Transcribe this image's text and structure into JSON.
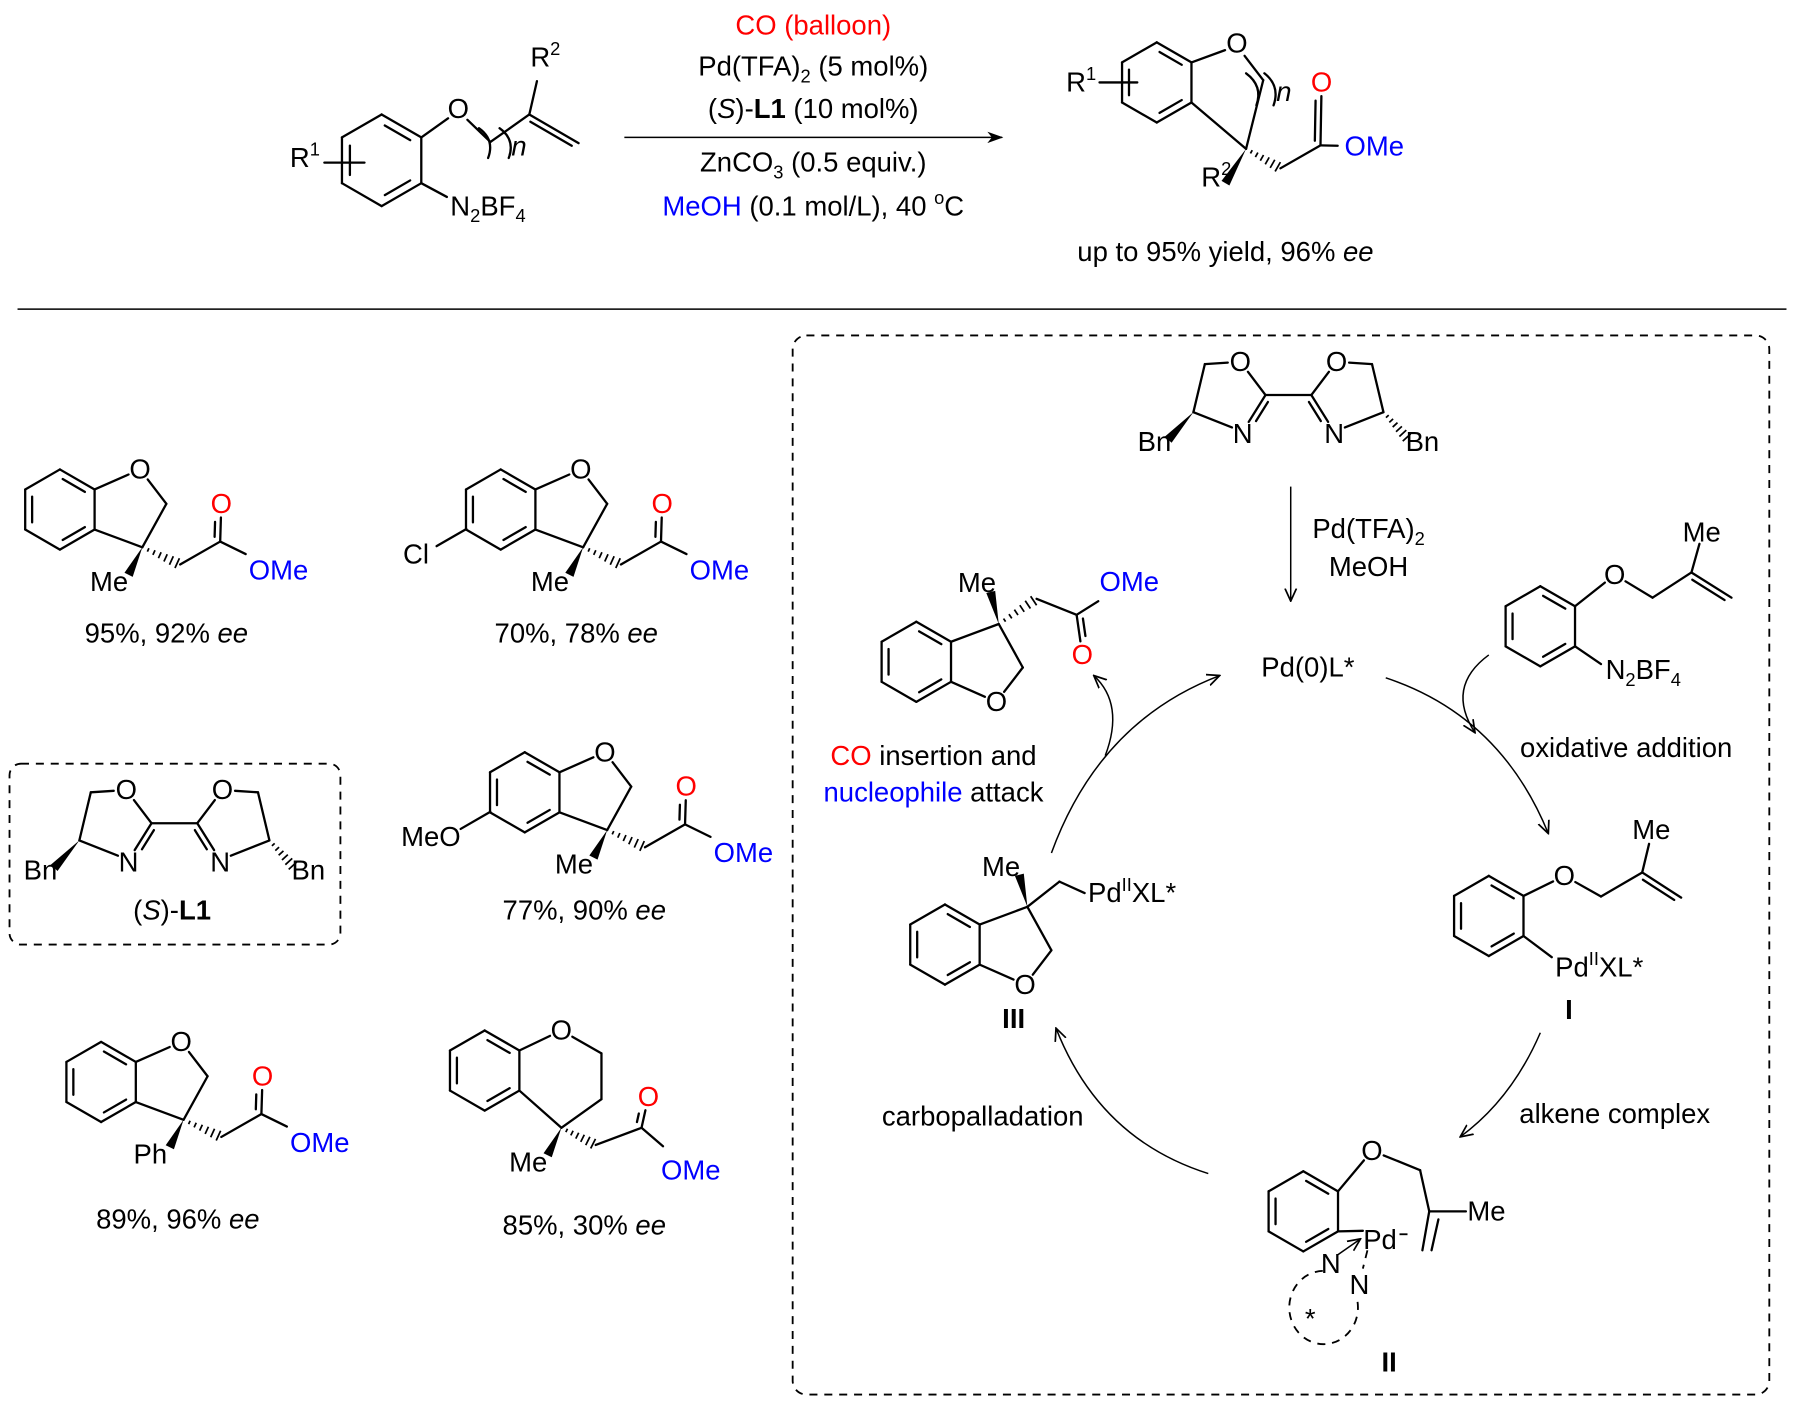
{
  "top_reaction": {
    "substrate": {
      "R1": [
        [
          "R",
          ""
        ],
        [
          "1",
          "sup"
        ]
      ],
      "O": "O",
      "n": [
        [
          "n",
          "i"
        ]
      ],
      "R2": [
        [
          "R",
          ""
        ],
        [
          "2",
          "sup"
        ]
      ],
      "N2BF4": [
        [
          "N",
          ""
        ],
        [
          "2",
          "sub"
        ],
        [
          "BF",
          ""
        ],
        [
          "4",
          "sub"
        ]
      ]
    },
    "conditions": {
      "line1": [
        [
          "CO (balloon)",
          "red"
        ]
      ],
      "line2": [
        [
          "Pd(TFA)",
          ""
        ],
        [
          "2",
          "sub"
        ],
        [
          " (5 mol%)",
          ""
        ]
      ],
      "line3": [
        [
          "(",
          ""
        ],
        [
          "S",
          "i"
        ],
        [
          ")-",
          ""
        ],
        [
          "L1",
          "b"
        ],
        [
          " (10 mol%)",
          ""
        ]
      ],
      "line4": [
        [
          "ZnCO",
          ""
        ],
        [
          "3",
          "sub"
        ],
        [
          " (0.5 equiv.)",
          ""
        ]
      ],
      "line5": [
        [
          "MeOH",
          "blue"
        ],
        [
          " (0.1 mol/L), 40 ",
          ""
        ],
        [
          "o",
          "sup"
        ],
        [
          "C",
          ""
        ]
      ]
    },
    "product": {
      "R1": [
        [
          "R",
          ""
        ],
        [
          "1",
          "sup"
        ]
      ],
      "O": "O",
      "n": [
        [
          "n",
          "i"
        ]
      ],
      "carbonyl_O": "O",
      "OMe": "OMe",
      "R2": [
        [
          "R",
          ""
        ],
        [
          "2",
          "sup"
        ]
      ],
      "result": [
        [
          "up to 95% yield, 96% ",
          ""
        ],
        [
          "ee",
          "i"
        ]
      ]
    }
  },
  "examples": [
    {
      "O": "O",
      "sub": "Me",
      "carbonyl_O": "O",
      "OMe": "OMe",
      "result": [
        [
          "95%, 92% ",
          ""
        ],
        [
          "ee",
          "i"
        ]
      ]
    },
    {
      "O": "O",
      "sub": "Me",
      "carbonyl_O": "O",
      "OMe": "OMe",
      "ring_sub": "Cl",
      "result": [
        [
          "70%, 78% ",
          ""
        ],
        [
          "ee",
          "i"
        ]
      ]
    },
    {
      "O": "O",
      "sub": "Me",
      "carbonyl_O": "O",
      "OMe": "OMe",
      "ring_sub": "MeO",
      "result": [
        [
          "77%, 90% ",
          ""
        ],
        [
          "ee",
          "i"
        ]
      ]
    },
    {
      "O": "O",
      "sub": "Ph",
      "carbonyl_O": "O",
      "OMe": "OMe",
      "result": [
        [
          "89%, 96% ",
          ""
        ],
        [
          "ee",
          "i"
        ]
      ]
    },
    {
      "O": "O",
      "sub": "Me",
      "carbonyl_O": "O",
      "OMe": "OMe",
      "result": [
        [
          "85%, 30% ",
          ""
        ],
        [
          "ee",
          "i"
        ]
      ]
    }
  ],
  "ligand_box": {
    "O1": "O",
    "O2": "O",
    "N1": "N",
    "N2": "N",
    "Bn1": "Bn",
    "Bn2": "Bn",
    "caption": [
      [
        "(",
        ""
      ],
      [
        "S",
        "i"
      ],
      [
        ")-",
        ""
      ],
      [
        "L1",
        "b"
      ]
    ]
  },
  "cycle": {
    "ligand": {
      "O1": "O",
      "O2": "O",
      "N1": "N",
      "N2": "N",
      "Bn1": "Bn",
      "Bn2": "Bn"
    },
    "reagents": {
      "line1": [
        [
          "Pd(TFA)",
          ""
        ],
        [
          "2",
          "sub"
        ]
      ],
      "line2": "MeOH"
    },
    "pd0": "Pd(0)L*",
    "substrate": {
      "O": "O",
      "Me": "Me",
      "N2BF4": [
        [
          "N",
          ""
        ],
        [
          "2",
          "sub"
        ],
        [
          "BF",
          ""
        ],
        [
          "4",
          "sub"
        ]
      ]
    },
    "step_oxidative": "oxidative addition",
    "int1": {
      "O": "O",
      "Me": "Me",
      "Pd": [
        [
          "Pd",
          ""
        ],
        [
          "II",
          "sup"
        ],
        [
          "XL*",
          ""
        ]
      ],
      "label": "I"
    },
    "step_alkene": "alkene complex",
    "int2": {
      "O": "O",
      "Me": "Me",
      "Pd": "Pd",
      "N1": "N",
      "N2": "N",
      "star": "*",
      "label": "II"
    },
    "step_carbopalladation": "carbopalladation",
    "int3": {
      "O": "O",
      "Me": "Me",
      "Pd": [
        [
          "Pd",
          ""
        ],
        [
          "II",
          "sup"
        ],
        [
          "XL*",
          ""
        ]
      ],
      "label": "III"
    },
    "step_co": {
      "line1": [
        [
          "CO",
          "red"
        ],
        [
          " insertion and",
          ""
        ]
      ],
      "line2": [
        [
          "nucleophile",
          "blue"
        ],
        [
          " attack",
          ""
        ]
      ]
    },
    "product": {
      "O": "O",
      "Me": "Me",
      "carbonyl_O": "O",
      "OMe": "OMe"
    }
  },
  "colors": {
    "red": "#ff0000",
    "blue": "#0000ff",
    "line": "#000000"
  }
}
